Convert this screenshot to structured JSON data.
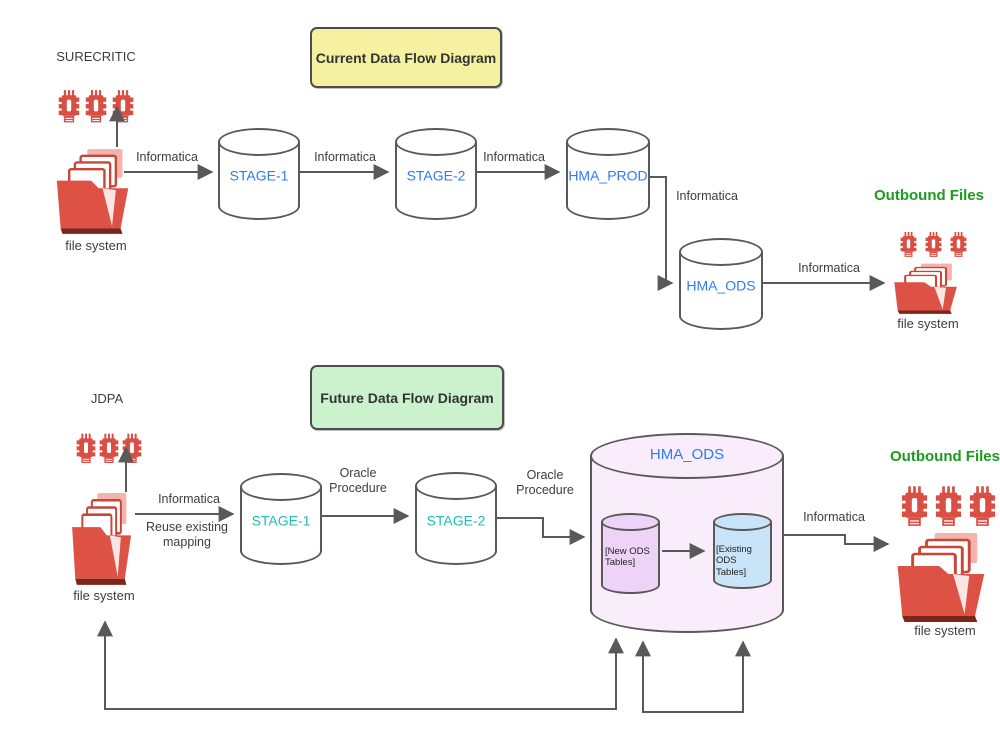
{
  "current": {
    "title": "Current Data Flow Diagram",
    "source": {
      "system": "SURECRITIC",
      "file_label": "file system"
    },
    "nodes": {
      "stage1": "STAGE-1",
      "stage2": "STAGE-2",
      "hma_prod": "HMA_PROD",
      "hma_ods": "HMA_ODS"
    },
    "edges": {
      "src_to_stage1": "Informatica",
      "stage1_to_stage2": "Informatica",
      "stage2_to_hma_prod": "Informatica",
      "hma_prod_to_hma_ods": "Informatica",
      "hma_ods_to_outbound": "Informatica"
    },
    "outbound": {
      "title": "Outbound Files",
      "file_label": "file system"
    }
  },
  "future": {
    "title": "Future Data Flow Diagram",
    "source": {
      "system": "JDPA",
      "file_label": "file system"
    },
    "nodes": {
      "stage1": "STAGE-1",
      "stage2": "STAGE-2",
      "hma_ods": "HMA_ODS",
      "new_ods": "[New ODS\nTables]",
      "existing_ods": "[Existing ODS\nTables]"
    },
    "edges": {
      "src_to_stage1_tool": "Informatica",
      "src_to_stage1_note": "Reuse existing\nmapping",
      "stage1_to_stage2": "Oracle\nProcedure",
      "stage2_to_hma_ods": "Oracle\nProcedure",
      "hma_ods_to_outbound": "Informatica"
    },
    "outbound": {
      "title": "Outbound Files",
      "file_label": "file system"
    }
  },
  "icons": {
    "source_system": "chip-icon",
    "file_system": "folder-icon"
  },
  "colors": {
    "accent_blue": "#2e7bf6",
    "accent_teal": "#1fbfad",
    "outbound_green": "#1a9c1c",
    "icon_red": "#d94f43",
    "connector_gray": "#595959",
    "current_title_bg": "#f5f1a0",
    "future_title_bg": "#c9f2cd",
    "hma_ods_fill": "#f9ecfb",
    "new_ods_fill": "#eed3f8",
    "existing_ods_fill": "#c9e3f8"
  }
}
